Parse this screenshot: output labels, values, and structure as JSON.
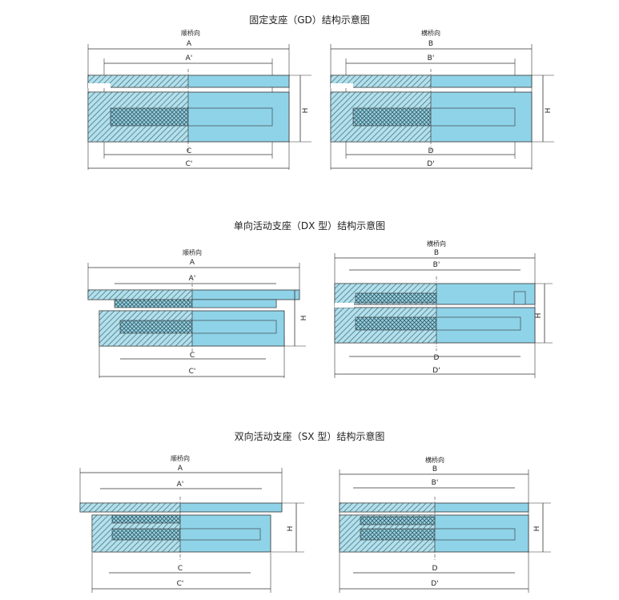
{
  "colors": {
    "blue": "#8fd3e8",
    "blue_dark": "#5fb8d6",
    "hatch_bg": "#b5dfea",
    "hatch_line": "#2f6e80",
    "line": "#333333"
  },
  "sections": [
    {
      "title": "固定支座（GD）结构示意图",
      "left": {
        "direction": "顺桥向",
        "top_dim_outer": "A",
        "top_dim_inner": "A'",
        "bottom_dim_inner": "C",
        "bottom_dim_outer": "C'",
        "height_label": ""
      },
      "right": {
        "direction": "横桥向",
        "top_dim_outer": "B",
        "top_dim_inner": "B'",
        "bottom_dim_inner": "D",
        "bottom_dim_outer": "D'",
        "height_label": "H"
      },
      "left_height_label": "H"
    },
    {
      "title": "单向活动支座（DX 型）结构示意图",
      "left": {
        "direction": "顺桥向",
        "top_dim_outer": "A",
        "top_dim_inner": "A'",
        "bottom_dim_inner": "C",
        "bottom_dim_outer": "C'",
        "height_label": "H"
      },
      "right": {
        "direction": "横桥向",
        "top_dim_outer": "B",
        "top_dim_inner": "B'",
        "bottom_dim_inner": "D",
        "bottom_dim_outer": "D'",
        "height_label": "H"
      }
    },
    {
      "title": "双向活动支座（SX 型）结构示意图",
      "left": {
        "direction": "顺桥向",
        "top_dim_outer": "A",
        "top_dim_inner": "A'",
        "bottom_dim_inner": "C",
        "bottom_dim_outer": "C'",
        "height_label": "H"
      },
      "right": {
        "direction": "横桥向",
        "top_dim_outer": "B",
        "top_dim_inner": "B'",
        "bottom_dim_inner": "D",
        "bottom_dim_outer": "D'",
        "height_label": "H"
      }
    }
  ]
}
